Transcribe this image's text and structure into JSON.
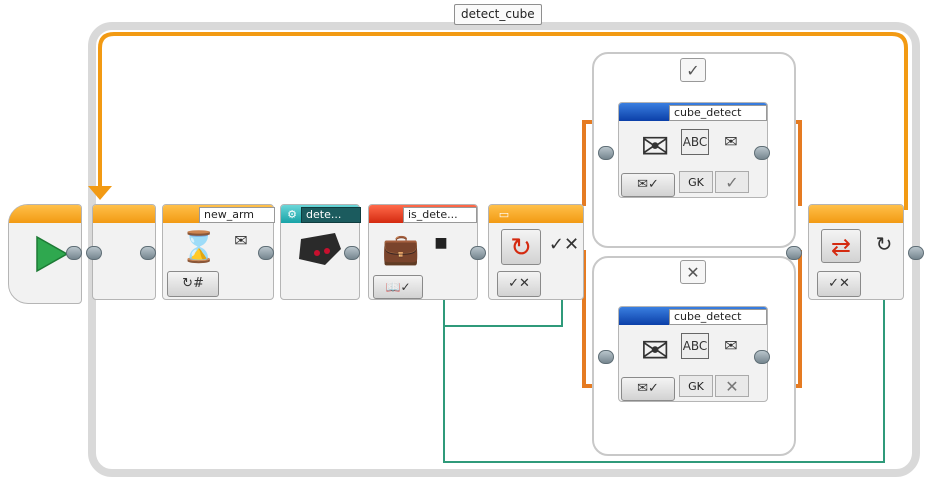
{
  "loop": {
    "name": "detect_cube"
  },
  "blocks": {
    "wait_message": {
      "title": "new_arm"
    },
    "sensor_block": {
      "title": "dete..."
    },
    "variable_block": {
      "title": "is_dete..."
    },
    "send_true": {
      "title": "cube_detect",
      "field": "GK"
    },
    "send_false": {
      "title": "cube_detect",
      "field": "GK"
    }
  },
  "switch": {
    "true_case": "✓",
    "false_case": "✕"
  },
  "colors": {
    "orange": "#f29a13",
    "green": "#2f9a7a",
    "red": "#d42a10",
    "teal": "#17a2a6",
    "blue": "#0b3fa8"
  }
}
